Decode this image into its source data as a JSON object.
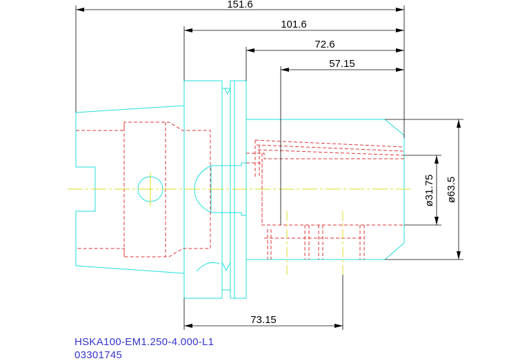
{
  "drawing": {
    "colors": {
      "outline": "#22dddd",
      "hidden": "#dd3333",
      "centerline": "#dddd22",
      "dimension": "#000000",
      "caption": "#3333cc"
    },
    "dimensions": {
      "overall_length": "151.6",
      "flange_to_end": "101.6",
      "length_72": "72.6",
      "length_57": "57.15",
      "length_73": "73.15",
      "bore_diameter": "ø31.75",
      "outer_diameter": "ø63.5"
    },
    "part_number": "HSKA100-EM1.250-4.000-L1",
    "item_number": "03301745"
  }
}
